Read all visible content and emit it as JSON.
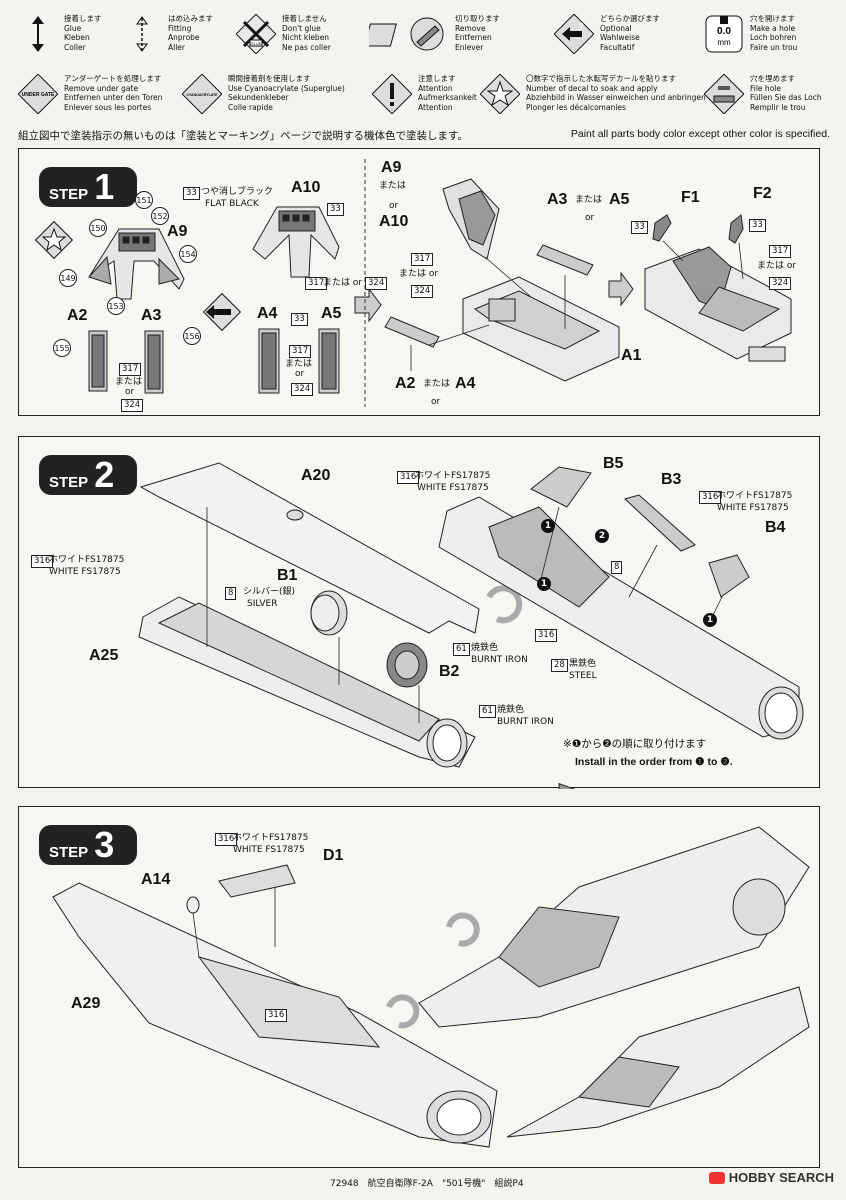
{
  "legend": [
    {
      "lines": [
        "接着します",
        "Glue",
        "Kleben",
        "Coller"
      ]
    },
    {
      "lines": [
        "はめ込みます",
        "Fitting",
        "Anprobe",
        "Aller"
      ]
    },
    {
      "lines": [
        "接着しません",
        "Don't glue",
        "Nicht kleben",
        "Ne pas coller"
      ],
      "icon_text": "GLUE"
    },
    {
      "lines": [
        "切り取ります",
        "Remove",
        "Entfernen",
        "Enlever"
      ]
    },
    {
      "lines": [
        "どちらか選びます",
        "Optional",
        "Wahlweise",
        "Facultatif"
      ]
    },
    {
      "lines": [
        "穴を開けます",
        "Make a hole",
        "Loch bohren",
        "Faire un trou"
      ],
      "icon_text": "0.0",
      "icon_unit": "mm"
    },
    {
      "lines": [
        "アンダーゲートを処理します",
        "Remove under gate",
        "Entfernen unter den Toren",
        "Enlever sous les portes"
      ],
      "icon_text": "UNDER GATE"
    },
    {
      "lines": [
        "瞬間接着剤を使用します",
        "Use Cyanoacrylate (Superglue)",
        "Sekundenkleber",
        "Colle rapide"
      ],
      "icon_text": "CYANOACRYLATE"
    },
    {
      "lines": [
        "注意します",
        "Attention",
        "Aufmerksankeit",
        "Attention"
      ]
    },
    {
      "lines": [
        "〇数字で指示した水転写デカールを貼ります",
        "Number of decal to soak and apply",
        "Abziehbild in Wasser einweichen und anbringen",
        "Plonger les décalcomanies"
      ]
    },
    {
      "lines": [
        "穴を埋めます",
        "File hole",
        "Füllen Sie das Loch",
        "Remplir le trou"
      ]
    }
  ],
  "paint_note": {
    "jp": "組立図中で塗装指示の無いものは「塗装とマーキング」ページで説明する機体色で塗装します。",
    "en": "Paint all parts body color except other color is specified."
  },
  "step1": {
    "step_word": "STEP",
    "step_num": "1",
    "labels": {
      "A9a": "A9",
      "A10a": "A10",
      "A2": "A2",
      "A3": "A3",
      "A4": "A4",
      "A5": "A5",
      "A9b": "A9",
      "or1": "または",
      "or1en": "or",
      "A10b": "A10",
      "A3b": "A3",
      "mataha2": "または",
      "A5b": "A5",
      "or2": "or",
      "F1": "F1",
      "F2": "F2",
      "A1": "A1",
      "A2b": "A2",
      "mataha3": "または",
      "A4b": "A4",
      "or3": "or"
    },
    "flat_black_jp": "つや消しブラック",
    "flat_black_en": "FLAT BLACK",
    "c33": "33",
    "c317": "317",
    "c324": "324",
    "d151": "151",
    "d152": "152",
    "d150": "150",
    "d154": "154",
    "d149": "149",
    "d153": "153",
    "d155": "155",
    "d156": "156",
    "mataha_or": "または or",
    "mataha": "または",
    "or": "or"
  },
  "step2": {
    "step_word": "STEP",
    "step_num": "2",
    "labels": {
      "A20": "A20",
      "B1": "B1",
      "B2": "B2",
      "A25": "A25",
      "B5": "B5",
      "B3": "B3",
      "B4": "B4"
    },
    "c316": "316",
    "c8": "8",
    "c61": "61",
    "c28": "28",
    "white_jp": "ホワイトFS17875",
    "white_en": "WHITE FS17875",
    "silver_jp": "シルバー(銀)",
    "silver_en": "SILVER",
    "burnt_jp": "焼鉄色",
    "burnt_en": "BURNT IRON",
    "steel_jp": "黒鉄色",
    "steel_en": "STEEL",
    "order_jp": "※❶から❷の順に取り付けます",
    "order_en": "Install in the order from ❶ to ❷.",
    "dot1": "1",
    "dot2": "2"
  },
  "step3": {
    "step_word": "STEP",
    "step_num": "3",
    "labels": {
      "D1": "D1",
      "A14": "A14",
      "A29": "A29"
    },
    "c316": "316",
    "white_jp": "ホワイトFS17875",
    "white_en": "WHITE FS17875"
  },
  "footer": "72948　航空自衛隊F-2A　\"501号機\"　組説P4",
  "watermark": "HOBBY SEARCH"
}
